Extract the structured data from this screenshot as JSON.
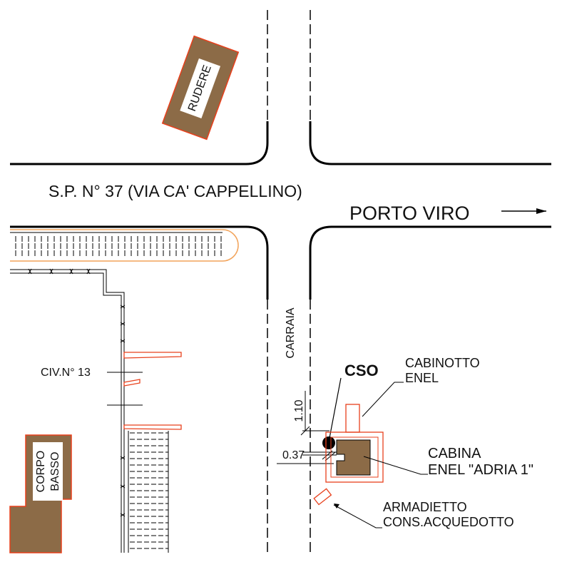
{
  "road": {
    "name": "S.P. N° 37 (VIA CA' CAPPELLINO)",
    "direction_label": "PORTO VIRO"
  },
  "lane": {
    "label": "CARRAIA"
  },
  "buildings": {
    "rudere": "RUDERE",
    "corpo_basso": [
      "CORPO",
      "BASSO"
    ]
  },
  "civic": {
    "label": "CIV.N° 13"
  },
  "cso": {
    "label": "CSO"
  },
  "dimensions": {
    "upper": "1.10",
    "lower": "0.37"
  },
  "callouts": {
    "cabinotto": [
      "CABINOTTO",
      "ENEL"
    ],
    "cabina": [
      "CABINA",
      "ENEL \"ADRIA 1\""
    ],
    "armadietto": [
      "ARMADIETTO",
      "CONS.ACQUEDOTTO"
    ]
  },
  "colors": {
    "line": "#000000",
    "outline": "#e8401c",
    "building_fill": "#8c6b47",
    "hedge_outline": "#f2a35a",
    "background": "#ffffff"
  }
}
